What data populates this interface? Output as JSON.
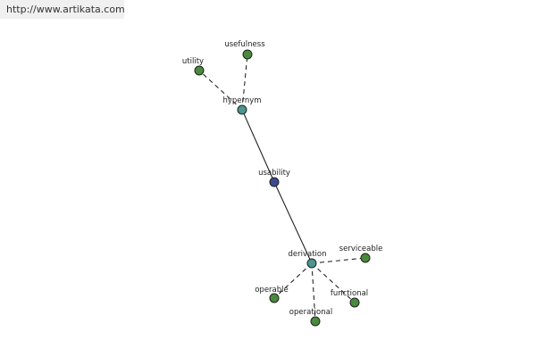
{
  "banner": {
    "url": "http://www.artikata.com"
  },
  "colors": {
    "center_node": "#3b4a8c",
    "relation_node": "#4a9590",
    "leaf_node": "#4a8a3c",
    "node_stroke": "#222222",
    "edge": "#111111",
    "banner_bg": "#f0f0f0"
  },
  "graph": {
    "center": {
      "id": "usability",
      "label": "usability",
      "kind": "center"
    },
    "relations": [
      {
        "id": "hypernym",
        "label": "hypernym",
        "kind": "relation",
        "children": [
          {
            "id": "utility",
            "label": "utility",
            "kind": "leaf"
          },
          {
            "id": "usefulness",
            "label": "usefulness",
            "kind": "leaf"
          }
        ]
      },
      {
        "id": "derivation",
        "label": "derivation",
        "kind": "relation",
        "children": [
          {
            "id": "serviceable",
            "label": "serviceable",
            "kind": "leaf"
          },
          {
            "id": "operable",
            "label": "operable",
            "kind": "leaf"
          },
          {
            "id": "functional",
            "label": "functional",
            "kind": "leaf"
          },
          {
            "id": "operational",
            "label": "operational",
            "kind": "leaf"
          }
        ]
      }
    ]
  }
}
